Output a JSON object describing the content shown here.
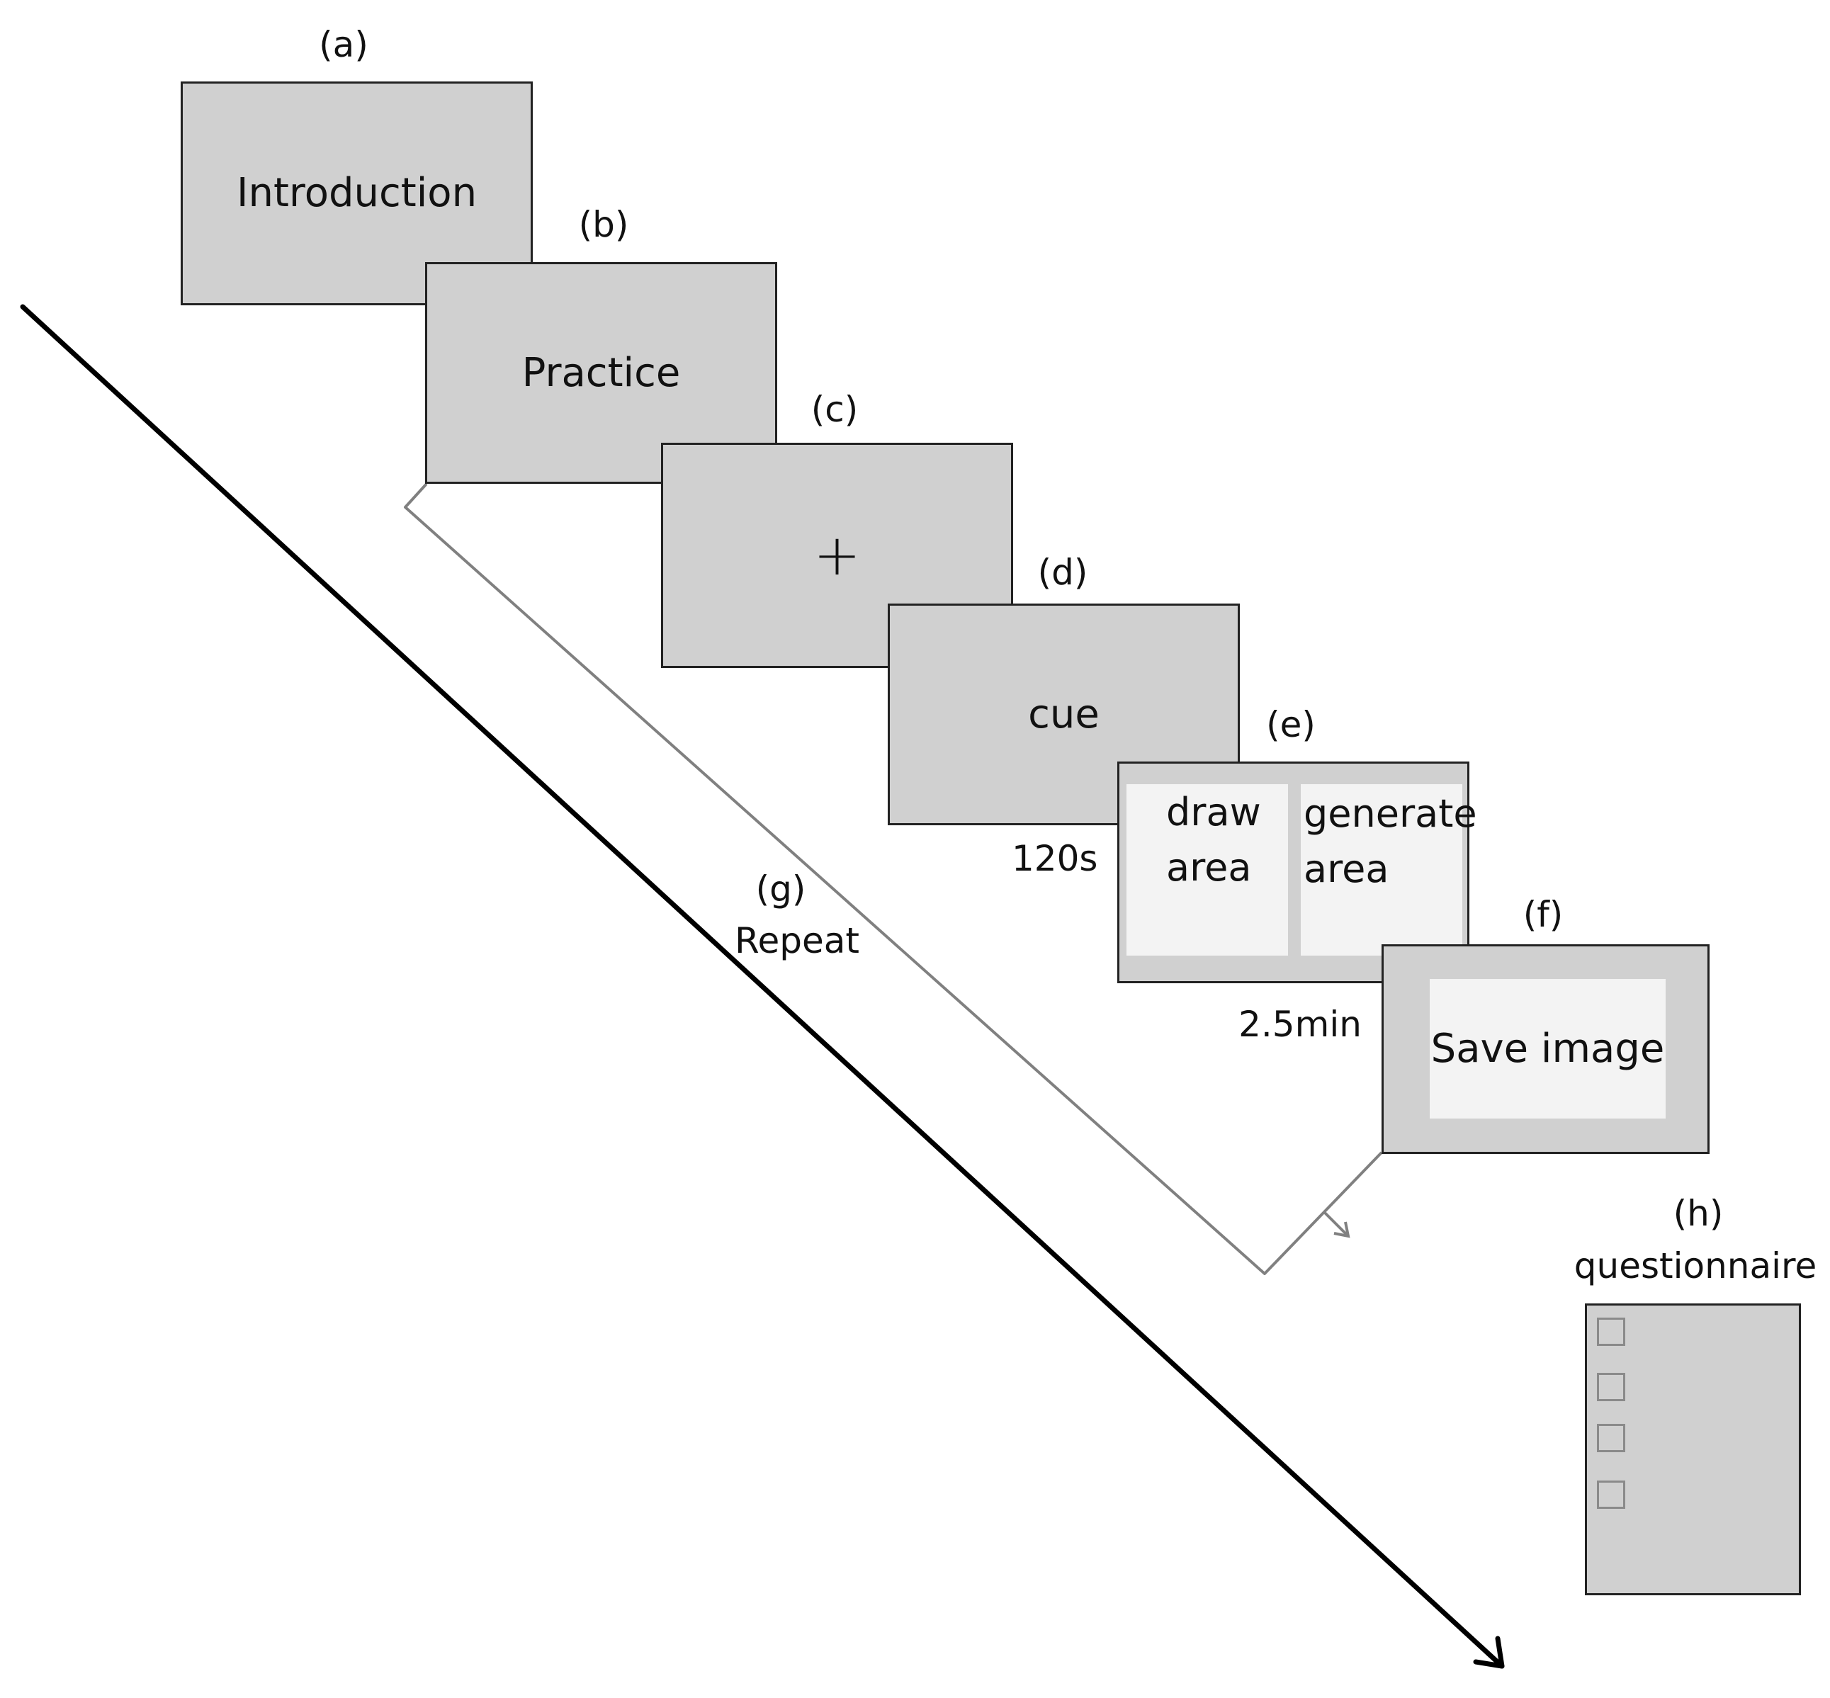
{
  "steps": {
    "a": {
      "tag": "(a)",
      "text": "Introduction"
    },
    "b": {
      "tag": "(b)",
      "text": "Practice"
    },
    "c": {
      "tag": "(c)",
      "symbol": "+"
    },
    "d": {
      "tag": "(d)",
      "text": "cue",
      "duration": "120s"
    },
    "e": {
      "tag": "(e)",
      "left_line1": "draw",
      "left_line2": "area",
      "right_line1": "generate",
      "right_line2": "area",
      "duration": "2.5min"
    },
    "f": {
      "tag": "(f)",
      "text": "Save image"
    },
    "g": {
      "tag": "(g)",
      "text": "Repeat"
    },
    "h": {
      "tag": "(h)",
      "text": "questionnaire",
      "checkbox_count": 4
    }
  },
  "colors": {
    "box_fill": "#d0d0d0",
    "panel_fill": "#f3f3f3",
    "repeat_line": "#808080",
    "timeline_arrow": "#000000"
  }
}
